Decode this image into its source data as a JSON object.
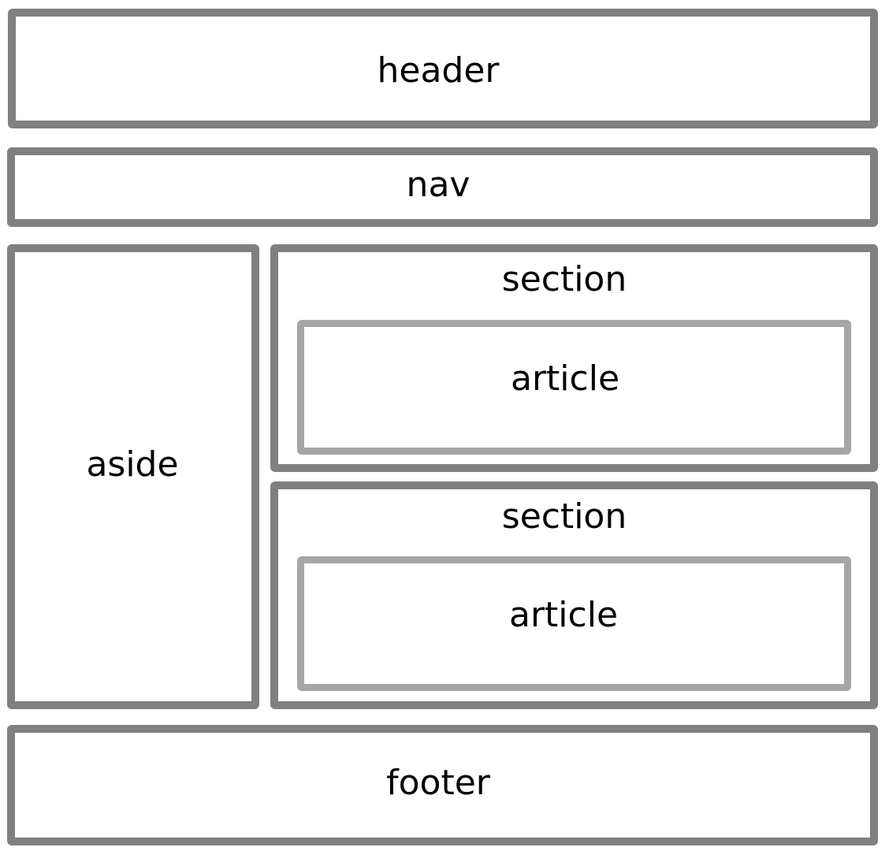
{
  "diagram": {
    "colors": {
      "outer_border": "#808080",
      "inner_border": "#a6a6a6",
      "text": "#000000",
      "background": "#ffffff"
    },
    "boxes": {
      "header": {
        "label": "header"
      },
      "nav": {
        "label": "nav"
      },
      "aside": {
        "label": "aside"
      },
      "section_1": {
        "label": "section"
      },
      "article_1": {
        "label": "article"
      },
      "section_2": {
        "label": "section"
      },
      "article_2": {
        "label": "article"
      },
      "footer": {
        "label": "footer"
      }
    }
  }
}
